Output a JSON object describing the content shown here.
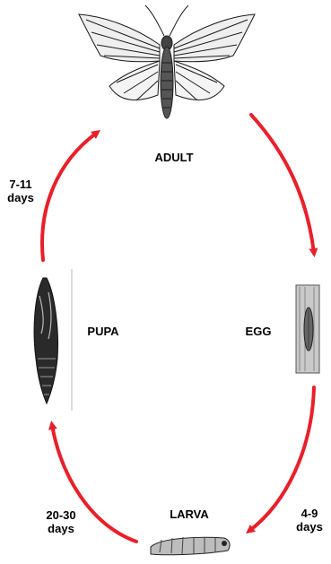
{
  "stages": {
    "adult": "ADULT",
    "egg": "EGG",
    "larva": "LARVA",
    "pupa": "PUPA"
  },
  "durations": {
    "egg_to_larva": {
      "value": "4-9",
      "unit": "days"
    },
    "larva_to_pupa": {
      "value": "20-30",
      "unit": "days"
    },
    "pupa_to_adult": {
      "value": "7-11",
      "unit": "days"
    }
  },
  "colors": {
    "arrow": "#e8202a",
    "ink": "#1a1a1a"
  }
}
